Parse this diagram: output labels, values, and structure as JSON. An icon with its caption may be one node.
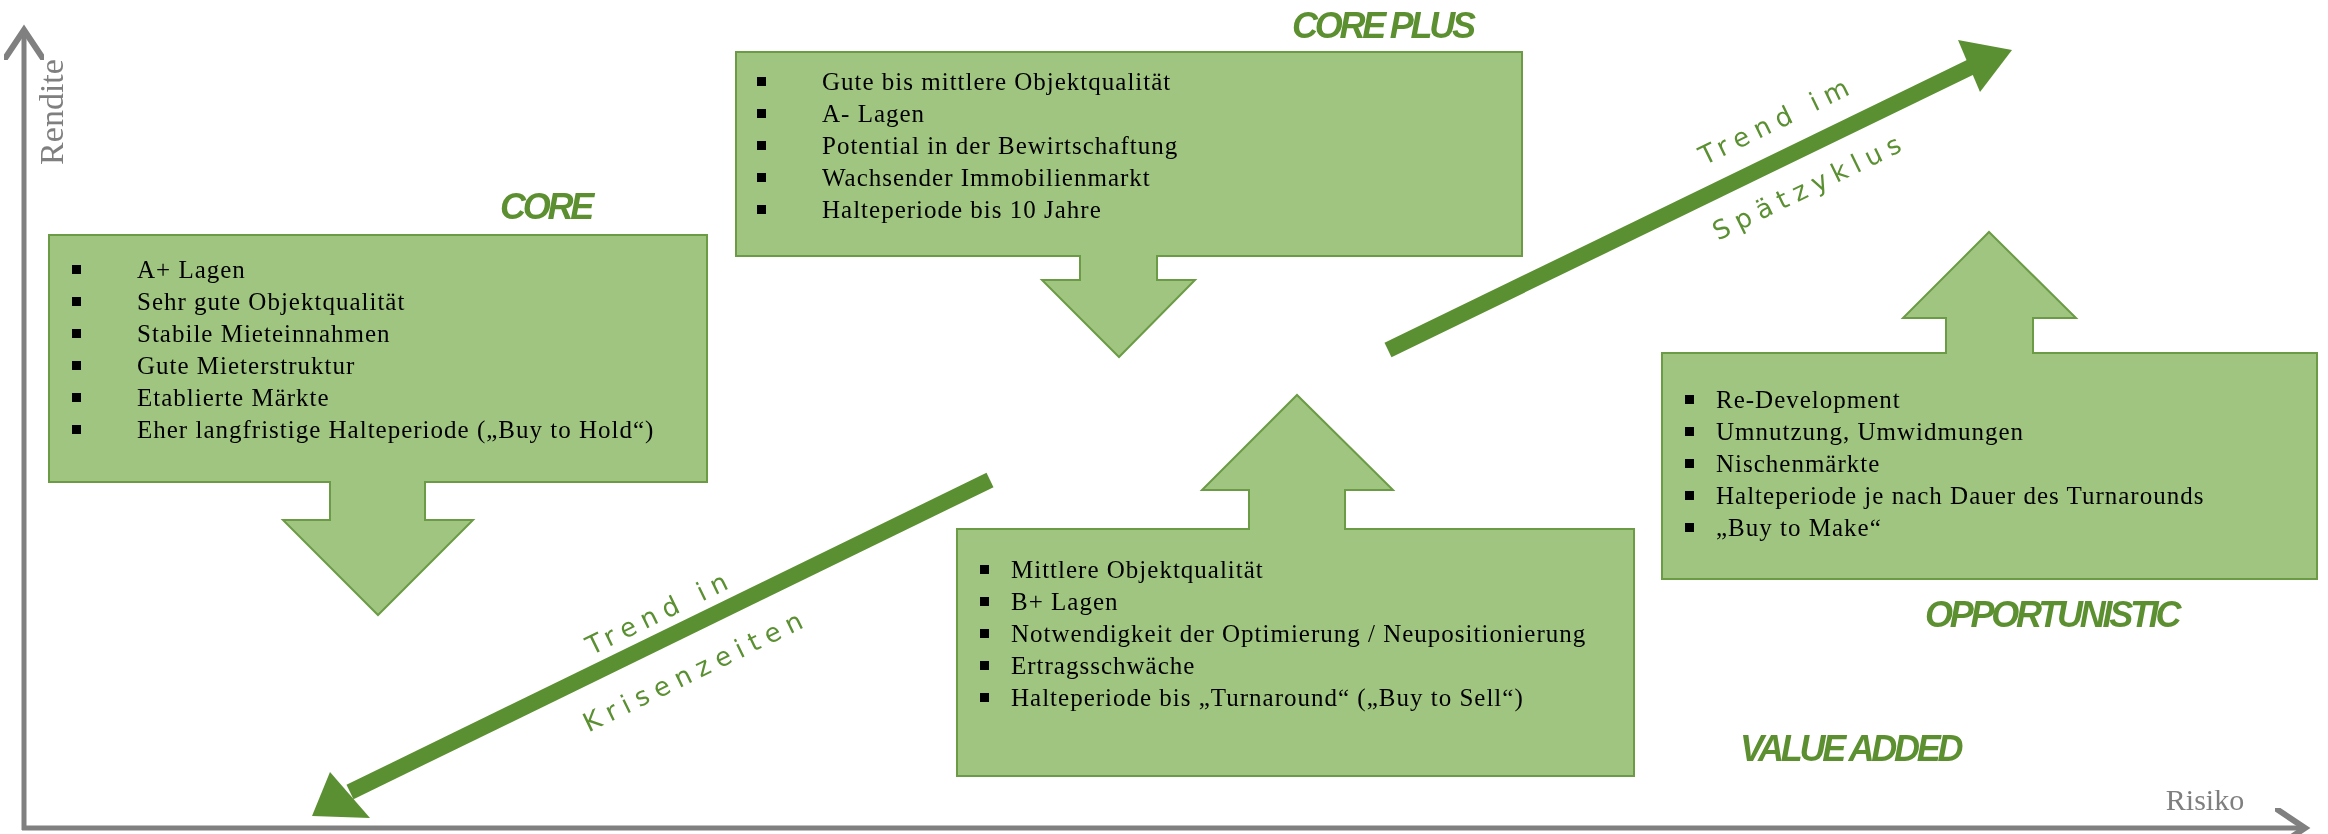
{
  "diagram": {
    "nodes": [
      {
        "text": [
          "CORE",
          "A+ Lagen",
          "Sehr gute Objektqualität",
          "Stabile Mieteinnahmen",
          "Gute Mieterstruktur",
          "Etablierte Märkte",
          "Eher langfristige Halteperiode („Buy to Hold“)"
        ]
      },
      {
        "text": [
          "CORE PLUS",
          "Gute bis mittlere Objektqualität",
          "A- Lagen",
          "Potential in der Bewirtschaftung",
          "Wachsender Immobilienmarkt",
          "Halteperiode bis 10 Jahre"
        ]
      },
      {
        "text": [
          "VALUE ADDED",
          "Mittlere Objektqualität",
          "B+ Lagen",
          "Notwendigkeit der Optimierung / Neupositionierung",
          "Ertragsschwäche",
          "Halteperiode bis „Turnaround“ („Buy to Sell“)"
        ]
      },
      {
        "text": [
          "OPPORTUNISTIC",
          "Re-Development",
          "Umnutzung, Umwidmungen",
          "Nischenmärkte",
          "Halteperiode je nach Dauer des Turnarounds",
          "„Buy to Make“"
        ]
      }
    ],
    "labels": [
      "Rendite",
      "Trend im",
      "Spätzyklus",
      "Trend in",
      "Krisenzeiten",
      "Risiko"
    ]
  }
}
